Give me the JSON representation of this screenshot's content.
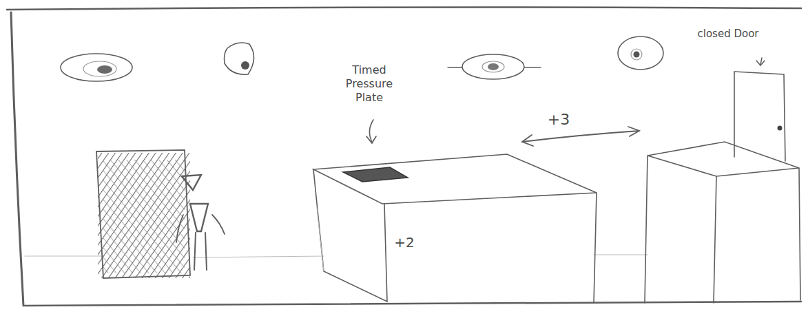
{
  "diagram": {
    "labels": [
      "Timed Pressure Plate",
      "+3",
      "+2",
      "closed Door"
    ]
  }
}
